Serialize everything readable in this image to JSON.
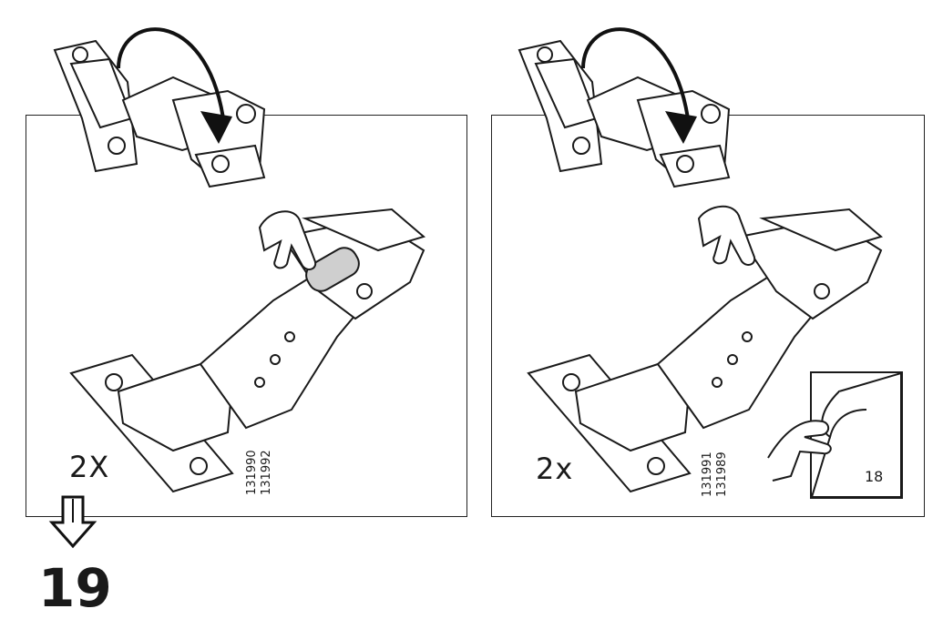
{
  "left_panel": {
    "quantity": "2X",
    "part_numbers": [
      "131990",
      "131992"
    ]
  },
  "right_panel": {
    "quantity": "2x",
    "part_numbers": [
      "131991",
      "131989"
    ],
    "page_reference": "18"
  },
  "step_number": "19",
  "icons": {
    "rotate_arrow": "curved-arrow-icon",
    "continue_arrow": "down-arrow-icon",
    "hand": "hand-icon",
    "page_turn": "page-turn-icon"
  }
}
